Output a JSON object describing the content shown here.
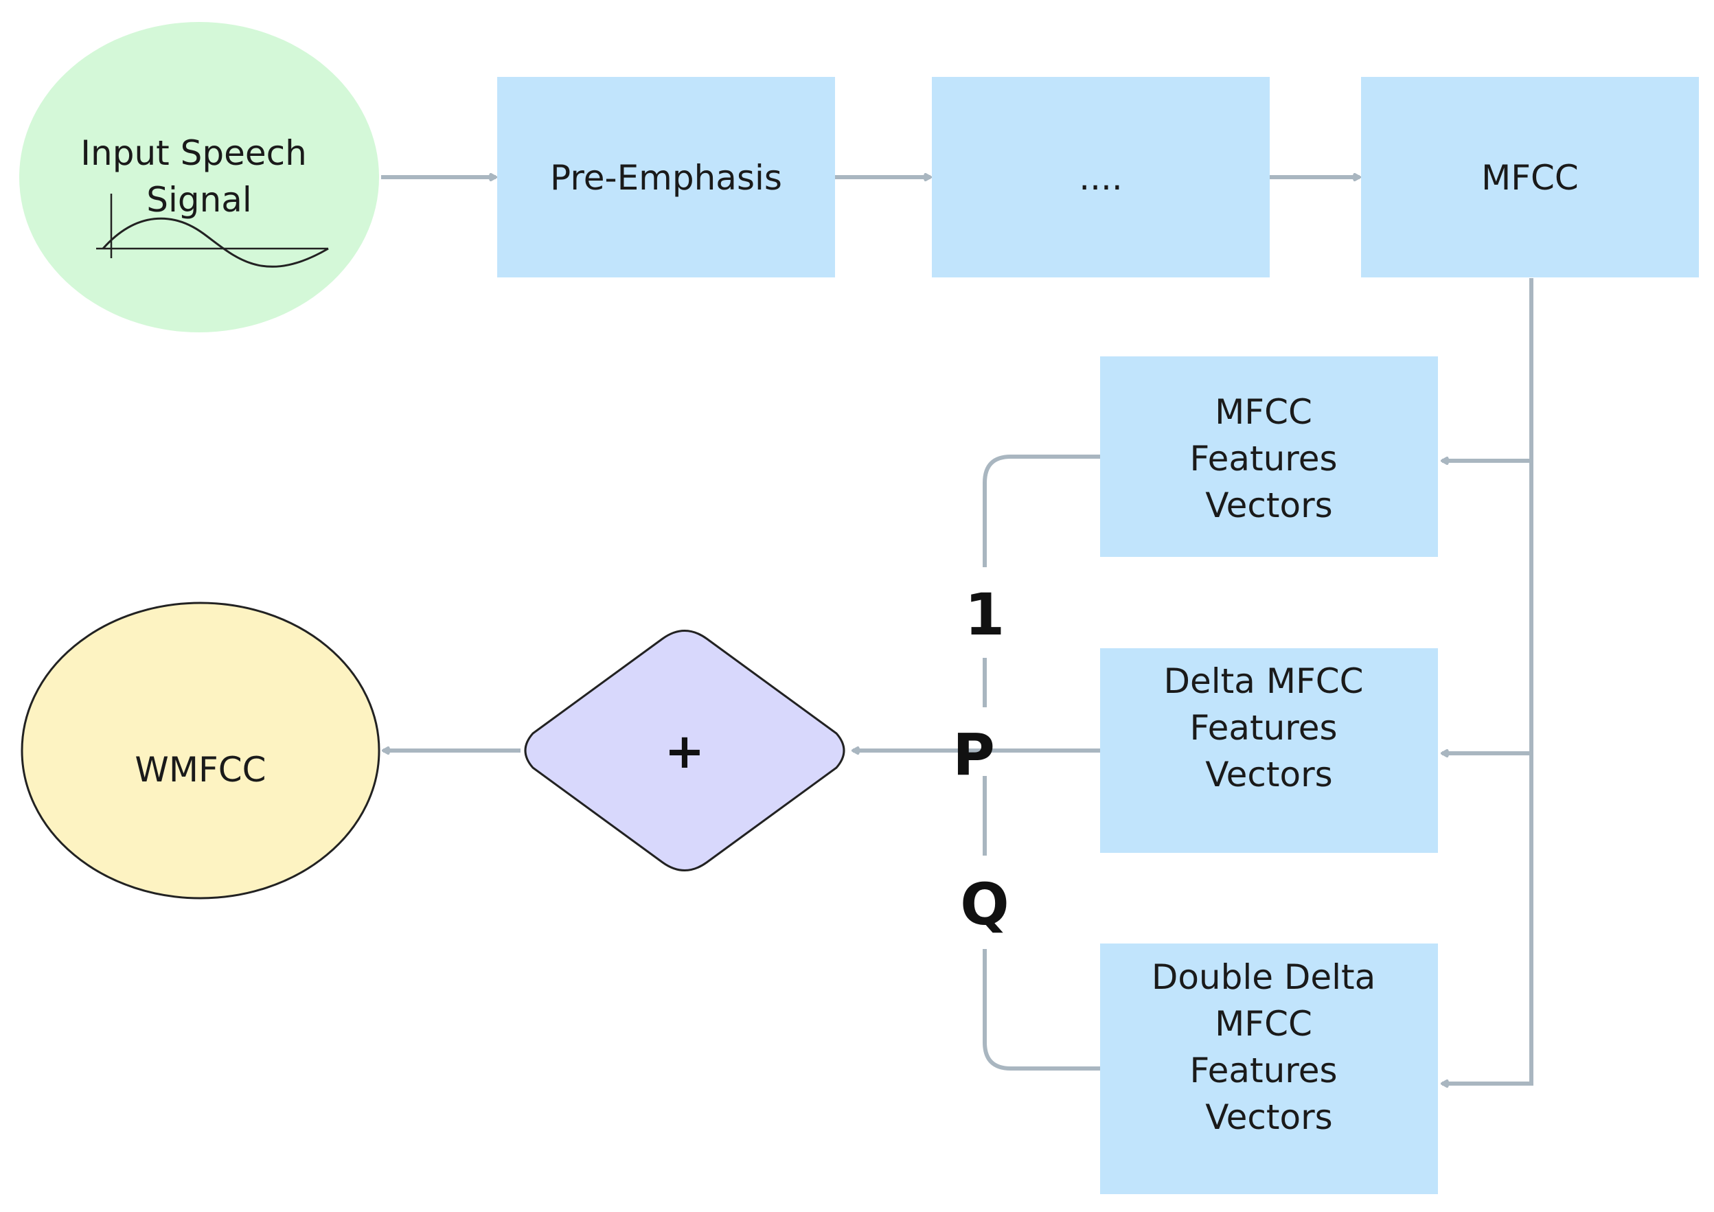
{
  "nodes": {
    "input_signal": {
      "label_lines": [
        "Input Speech",
        "Signal"
      ],
      "fill": "#d4f8d8"
    },
    "pre_emphasis": {
      "label": "Pre-Emphasis",
      "fill": "#c1e4fc"
    },
    "ellipsis_step": {
      "label": "....",
      "fill": "#c1e4fc"
    },
    "mfcc": {
      "label": "MFCC",
      "fill": "#c1e4fc"
    },
    "mfcc_vectors": {
      "label_lines": [
        "MFCC",
        "Features",
        "Vectors"
      ],
      "fill": "#c1e4fc"
    },
    "delta_vectors": {
      "label_lines": [
        "Delta MFCC",
        "Features",
        "Vectors"
      ],
      "fill": "#c1e4fc"
    },
    "double_delta_vectors": {
      "label_lines": [
        "Double Delta",
        "MFCC",
        "Features",
        "Vectors"
      ],
      "fill": "#c1e4fc"
    },
    "combiner": {
      "label": "+",
      "fill": "#d8d8fc"
    },
    "output": {
      "label": "WMFCC",
      "fill": "#fdf3c2"
    }
  },
  "weights": {
    "w1": "1",
    "w2": "P",
    "w3": "Q"
  },
  "colors": {
    "connector": "#a9b6c0",
    "outline": "#222222"
  }
}
